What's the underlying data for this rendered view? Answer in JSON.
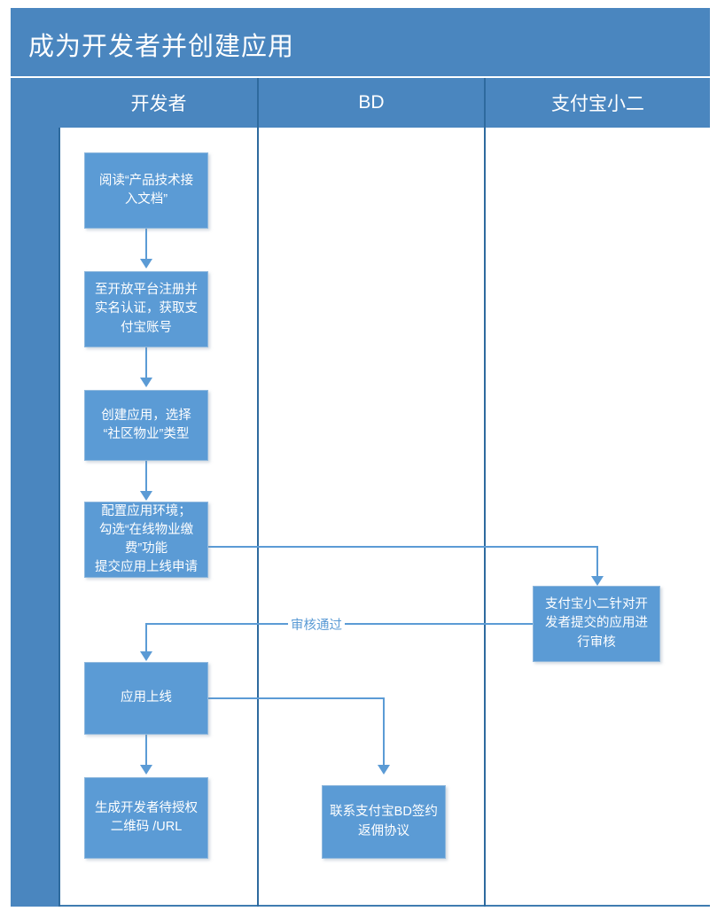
{
  "title": "成为开发者并创建应用",
  "colors": {
    "title_bar": "#4a86bf",
    "lane_header": "#4a86bf",
    "node_fill": "#5b9bd5",
    "connector": "#5b9bd5",
    "divider": "#2e6a9e",
    "text_on_blue": "#ffffff"
  },
  "lanes": [
    {
      "label": "开发者"
    },
    {
      "label": "BD"
    },
    {
      "label": "支付宝小二"
    }
  ],
  "nodes": [
    {
      "id": "read-doc",
      "lane": "开发者",
      "text": "阅读“产品技术接\n入文档”"
    },
    {
      "id": "register",
      "lane": "开发者",
      "text": "至开放平台注册并\n实名认证，获取支\n付宝账号"
    },
    {
      "id": "create-app",
      "lane": "开发者",
      "text": "创建应用，选择\n“社区物业”类型"
    },
    {
      "id": "configure",
      "lane": "开发者",
      "text": "配置应用环境；\n勾选“在线物业缴\n费”功能\n提交应用上线申请"
    },
    {
      "id": "review",
      "lane": "支付宝小二",
      "text": "支付宝小二针对开\n发者提交的应用进\n行审核"
    },
    {
      "id": "app-online",
      "lane": "开发者",
      "text": "应用上线"
    },
    {
      "id": "generate-qr",
      "lane": "开发者",
      "text": "生成开发者待授权\n二维码 /URL"
    },
    {
      "id": "contact-bd",
      "lane": "BD",
      "text": "联系支付宝BD签约\n返佣协议"
    }
  ],
  "edges": [
    {
      "from": "read-doc",
      "to": "register",
      "label": ""
    },
    {
      "from": "register",
      "to": "create-app",
      "label": ""
    },
    {
      "from": "create-app",
      "to": "configure",
      "label": ""
    },
    {
      "from": "configure",
      "to": "review",
      "label": ""
    },
    {
      "from": "review",
      "to": "app-online",
      "label": "审核通过"
    },
    {
      "from": "app-online",
      "to": "generate-qr",
      "label": ""
    },
    {
      "from": "app-online",
      "to": "contact-bd",
      "label": ""
    }
  ],
  "edge_labels": {
    "approved": "审核通过"
  }
}
